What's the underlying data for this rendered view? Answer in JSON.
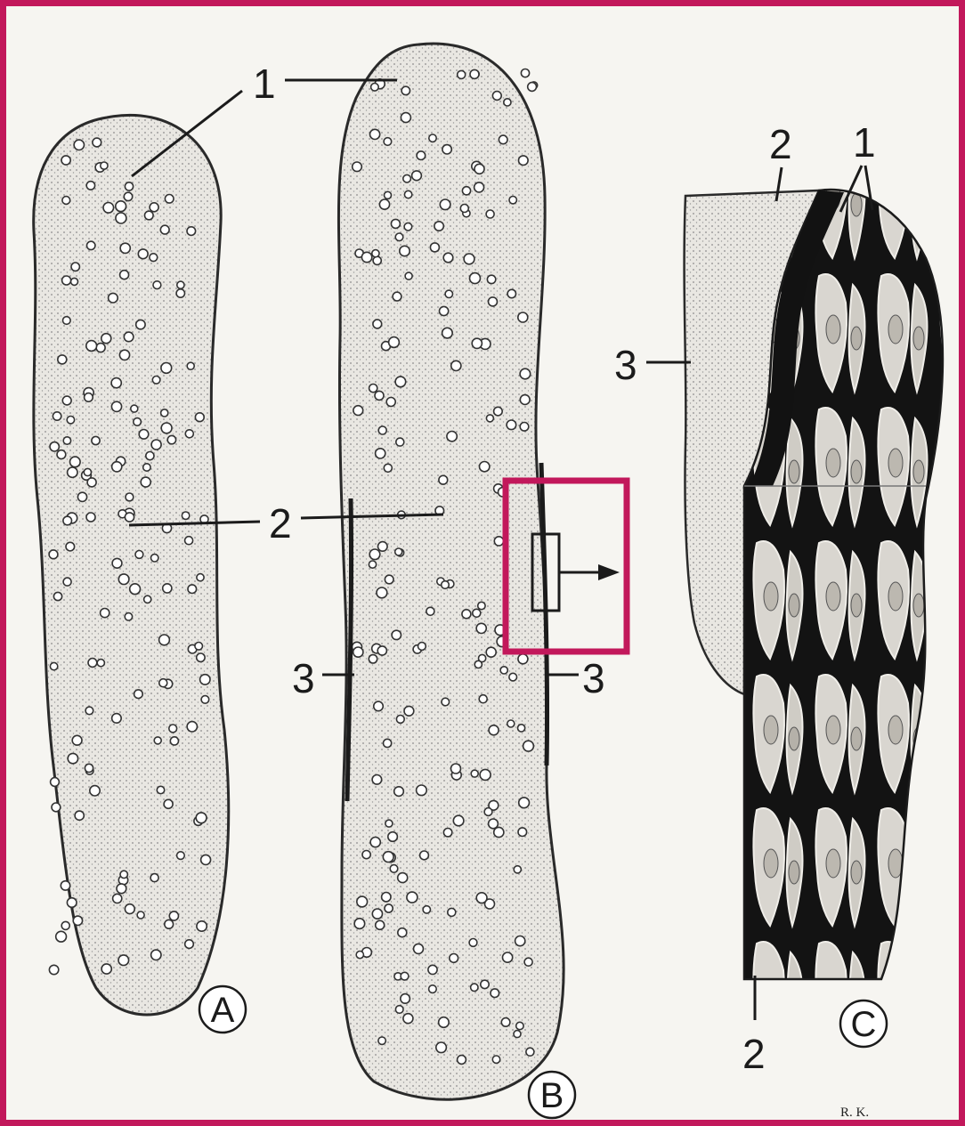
{
  "colors": {
    "frame": "#c2185b",
    "highlight_box": "#c2185b",
    "matrix_dark": "#121212",
    "bone_fill": "#e6e4df"
  },
  "labels": {
    "one": "1",
    "two": "2",
    "three": "3"
  },
  "panels": {
    "a": "A",
    "b": "B",
    "c": "C"
  },
  "signature": "R. K."
}
